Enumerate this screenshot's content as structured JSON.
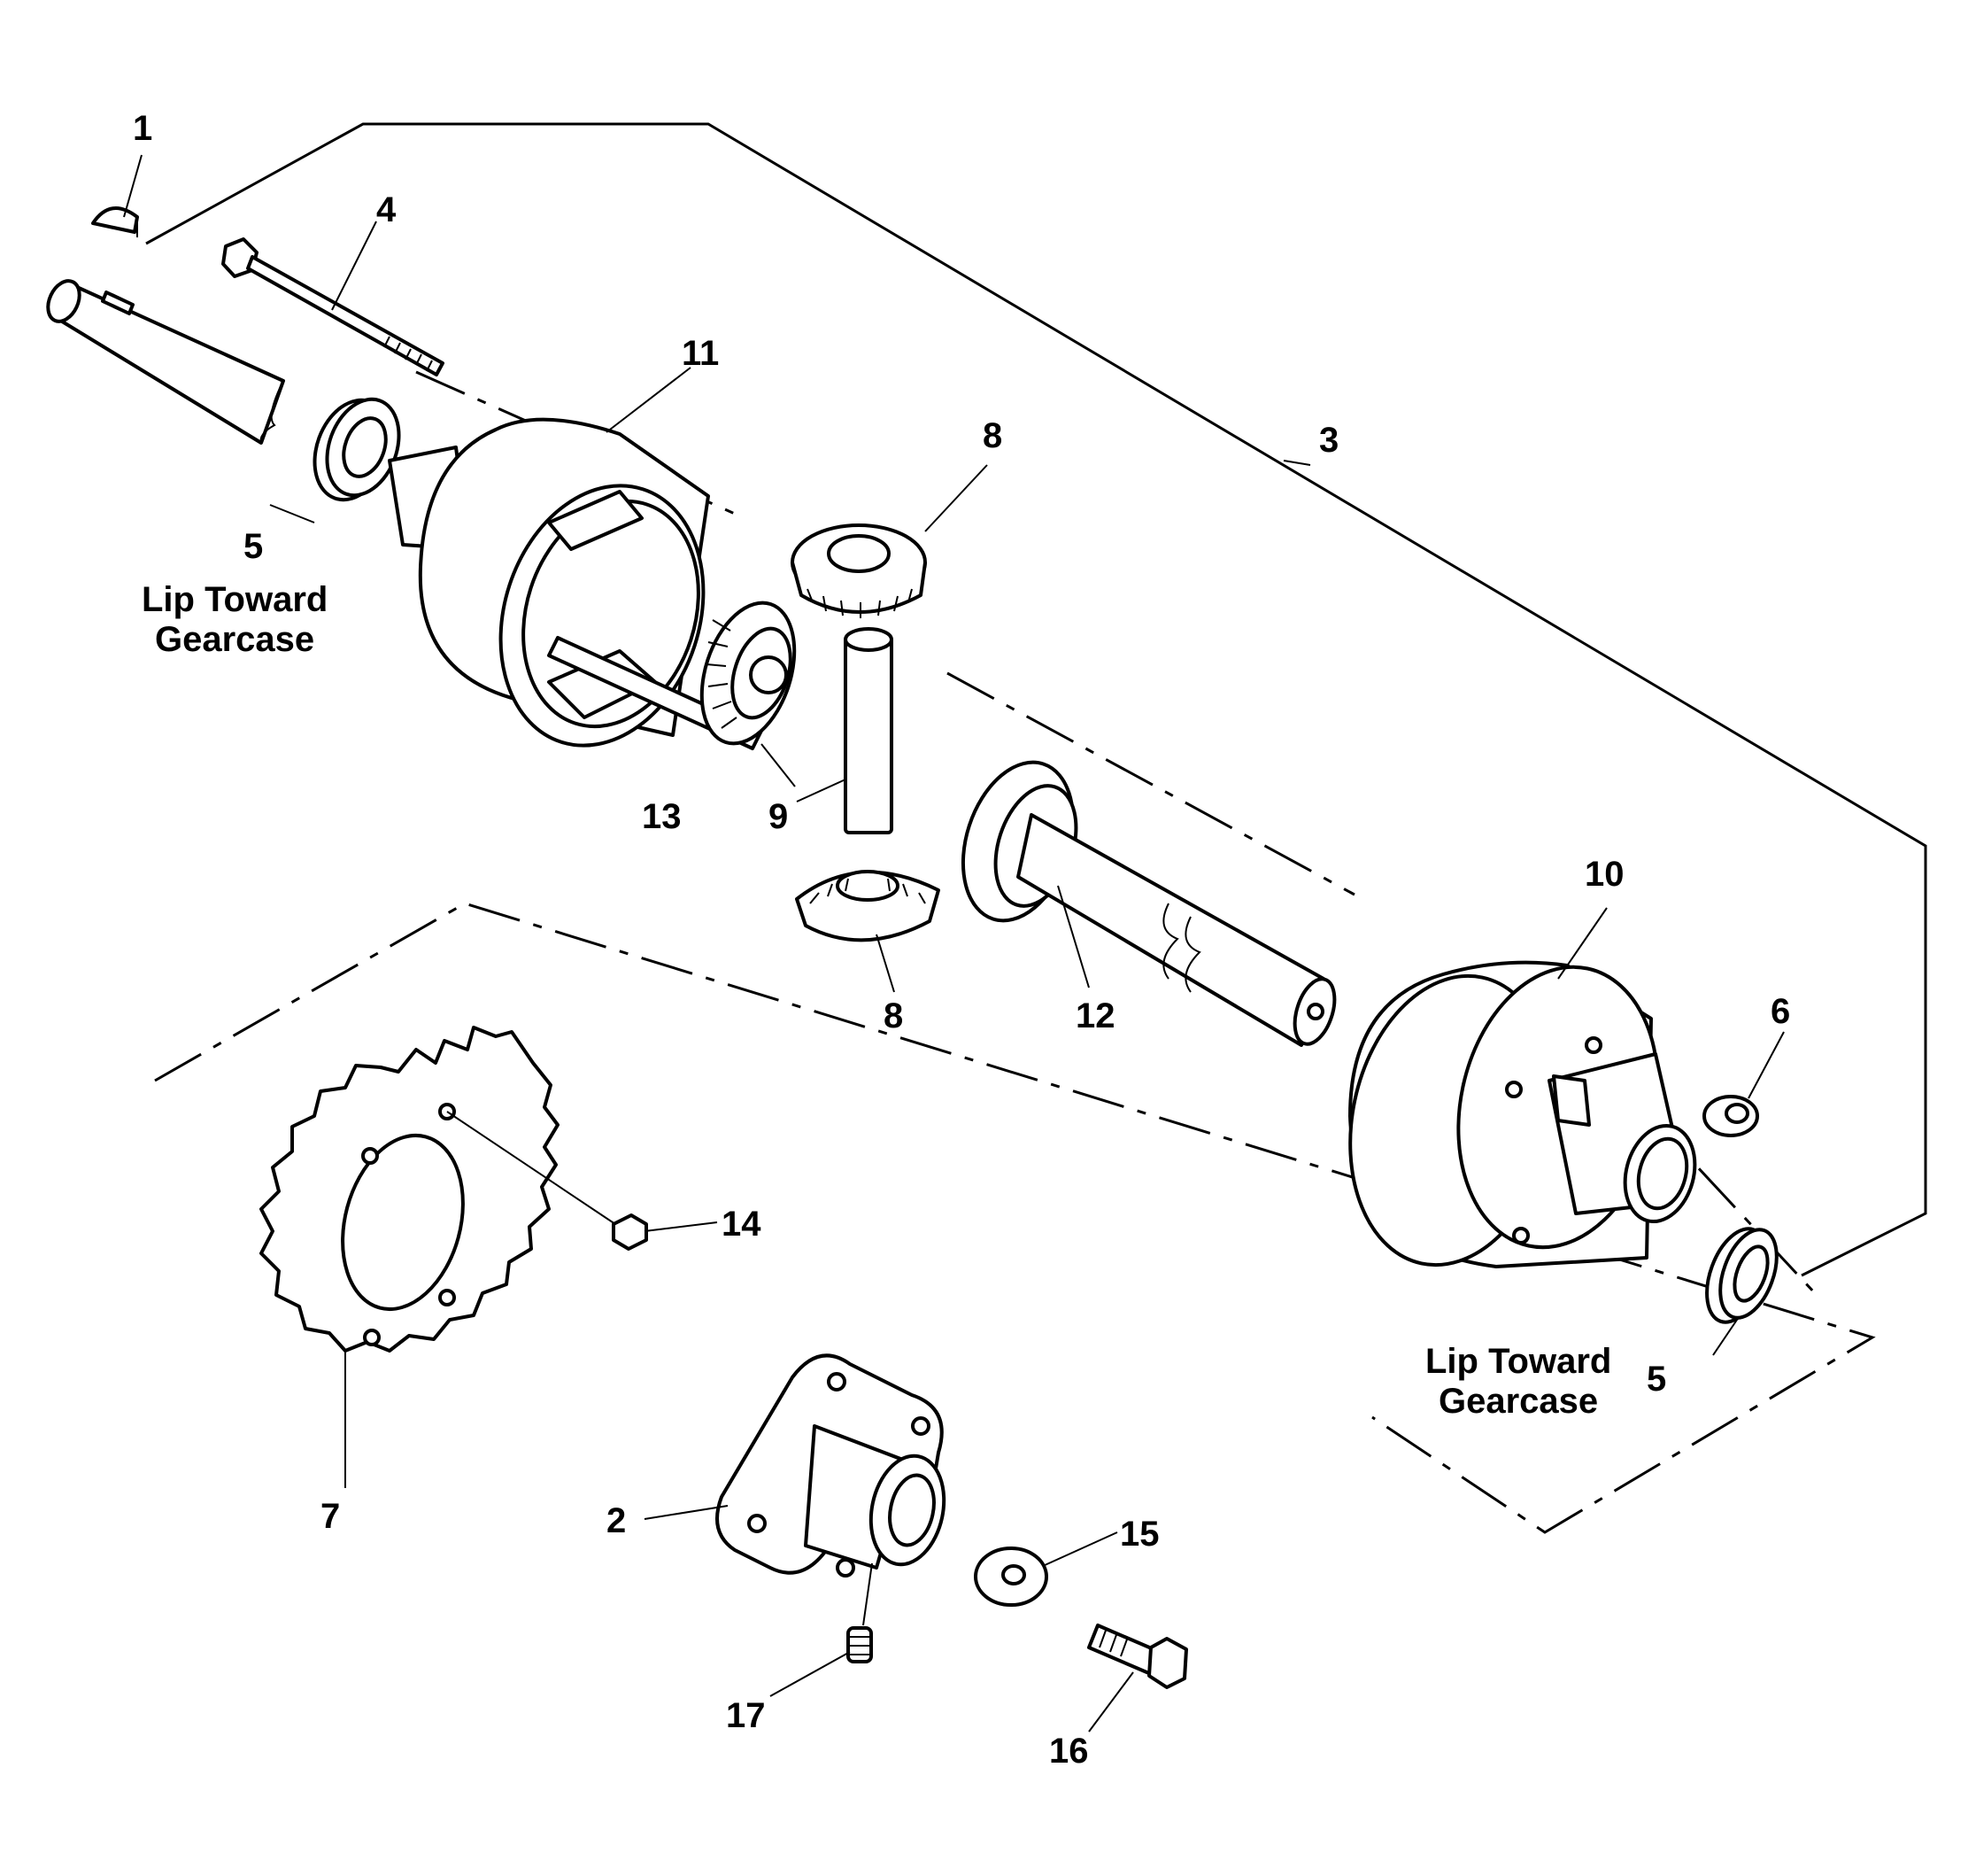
{
  "notes": {
    "lip_left_line1": "Lip Toward",
    "lip_left_line2": "Gearcase",
    "lip_right_line1": "Lip Toward",
    "lip_right_line2": "Gearcase"
  },
  "callouts": {
    "c1": "1",
    "c2": "2",
    "c3": "3",
    "c4": "4",
    "c5a": "5",
    "c5b": "5",
    "c6": "6",
    "c7": "7",
    "c8a": "8",
    "c8b": "8",
    "c9": "9",
    "c10": "10",
    "c11": "11",
    "c12": "12",
    "c13": "13",
    "c14": "14",
    "c15": "15",
    "c16": "16",
    "c17": "17"
  }
}
